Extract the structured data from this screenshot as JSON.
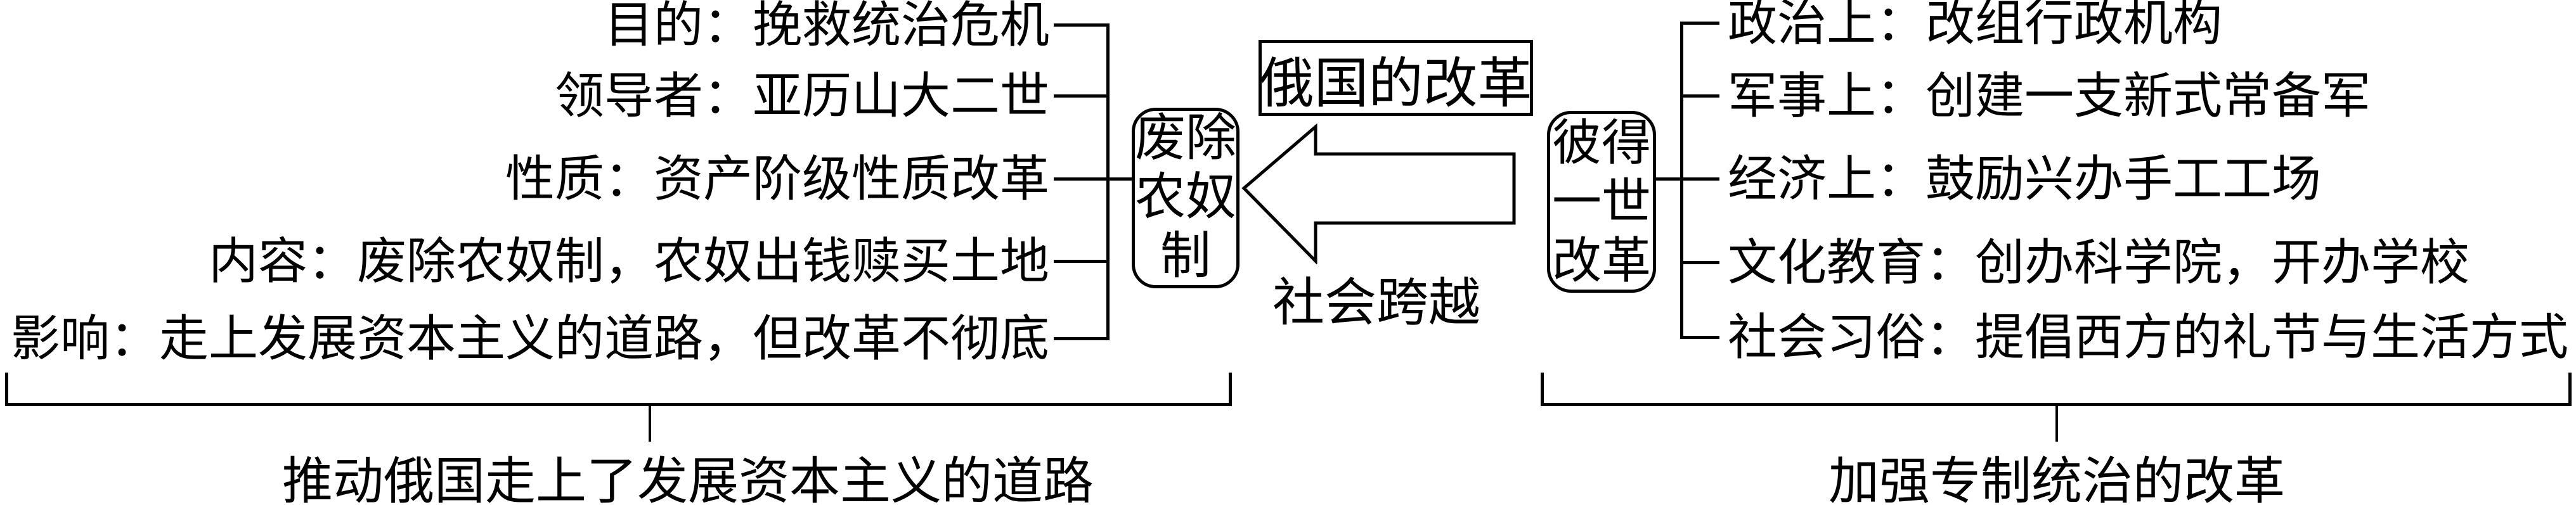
{
  "title": "俄国的改革",
  "center": {
    "arrow_caption": "社会跨越",
    "arrow_direction": "left"
  },
  "left_branch": {
    "node_label": "废除农奴制",
    "node_lines": [
      "废除",
      "农奴",
      "制"
    ],
    "items": [
      "目的：挽救统治危机",
      "领导者：亚历山大二世",
      "性质：资产阶级性质改革",
      "内容：废除农奴制，农奴出钱赎买土地",
      "影响：走上发展资本主义的道路，但改革不彻底"
    ],
    "summary": "推动俄国走上了发展资本主义的道路"
  },
  "right_branch": {
    "node_label": "彼得一世改革",
    "node_lines": [
      "彼得",
      "一世",
      "改革"
    ],
    "items": [
      "政治上：改组行政机构",
      "军事上：创建一支新式常备军",
      "经济上：鼓励兴办手工工场",
      "文化教育：创办科学院，开办学校",
      "社会习俗：提倡西方的礼节与生活方式"
    ],
    "summary": "加强专制统治的改革"
  },
  "colors": {
    "ink": "#000000",
    "background": "#ffffff"
  }
}
